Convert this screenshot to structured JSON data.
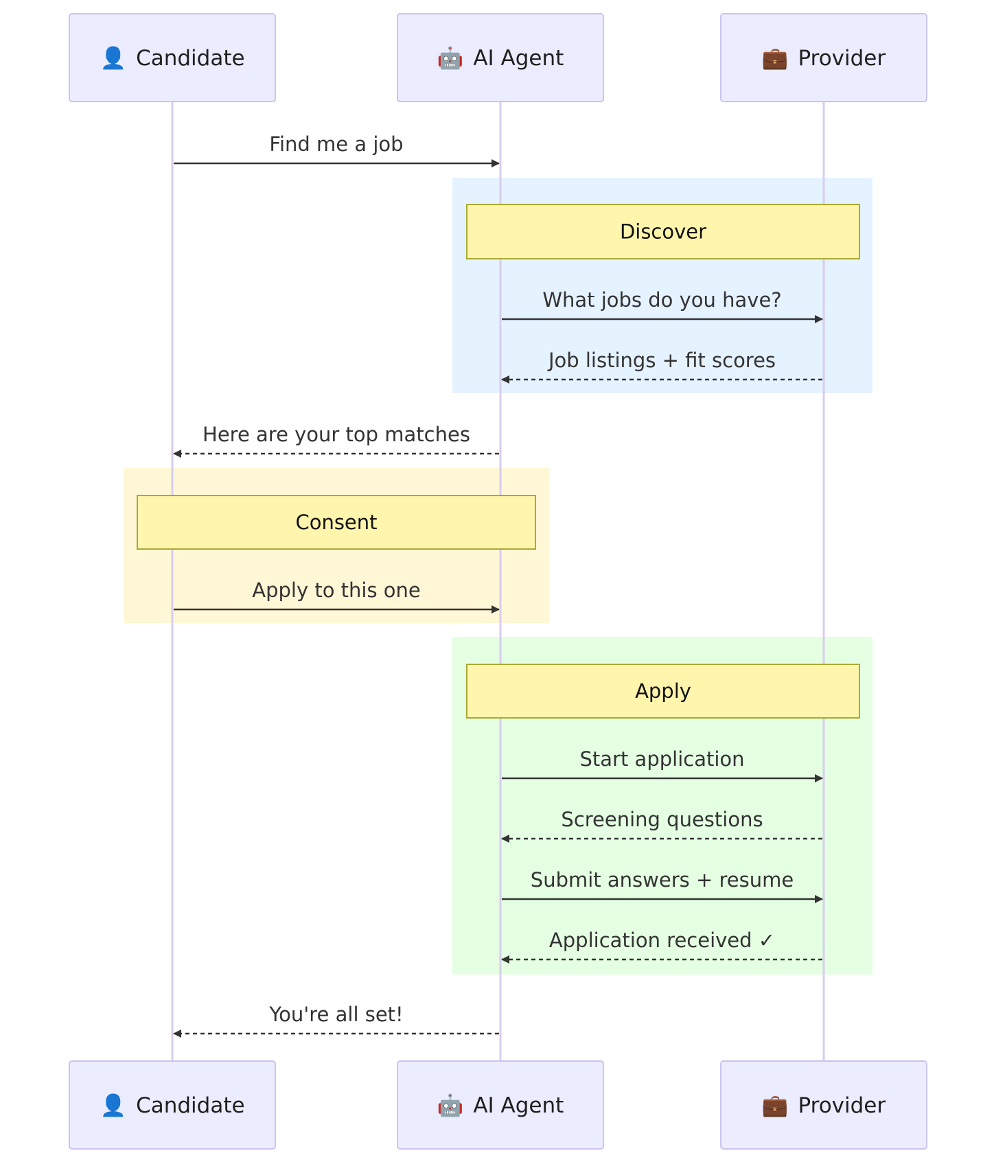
{
  "participants": [
    {
      "id": "candidate",
      "icon": "person-icon",
      "glyph": "👤",
      "label": "Candidate"
    },
    {
      "id": "agent",
      "icon": "robot-icon",
      "glyph": "🤖",
      "label": "AI Agent"
    },
    {
      "id": "provider",
      "icon": "briefcase-icon",
      "glyph": "💼",
      "label": "Provider"
    }
  ],
  "regions": [
    {
      "name": "discover",
      "color": "#e5f2ff"
    },
    {
      "name": "consent",
      "color": "#fff7d6"
    },
    {
      "name": "apply",
      "color": "#e5ffe3"
    }
  ],
  "notes": [
    {
      "label": "Discover"
    },
    {
      "label": "Consent"
    },
    {
      "label": "Apply"
    }
  ],
  "messages": [
    {
      "from": "candidate",
      "to": "agent",
      "label": "Find me a job",
      "style": "solid"
    },
    {
      "from": "agent",
      "to": "provider",
      "label": "What jobs do you have?",
      "style": "solid"
    },
    {
      "from": "provider",
      "to": "agent",
      "label": "Job listings + fit scores",
      "style": "dashed"
    },
    {
      "from": "agent",
      "to": "candidate",
      "label": "Here are your top matches",
      "style": "dashed"
    },
    {
      "from": "candidate",
      "to": "agent",
      "label": "Apply to this one",
      "style": "solid"
    },
    {
      "from": "agent",
      "to": "provider",
      "label": "Start application",
      "style": "solid"
    },
    {
      "from": "provider",
      "to": "agent",
      "label": "Screening questions",
      "style": "dashed"
    },
    {
      "from": "agent",
      "to": "provider",
      "label": "Submit answers + resume",
      "style": "solid"
    },
    {
      "from": "provider",
      "to": "agent",
      "label": "Application received ✓",
      "style": "dashed"
    },
    {
      "from": "agent",
      "to": "candidate",
      "label": "You're all set!",
      "style": "dashed"
    }
  ]
}
